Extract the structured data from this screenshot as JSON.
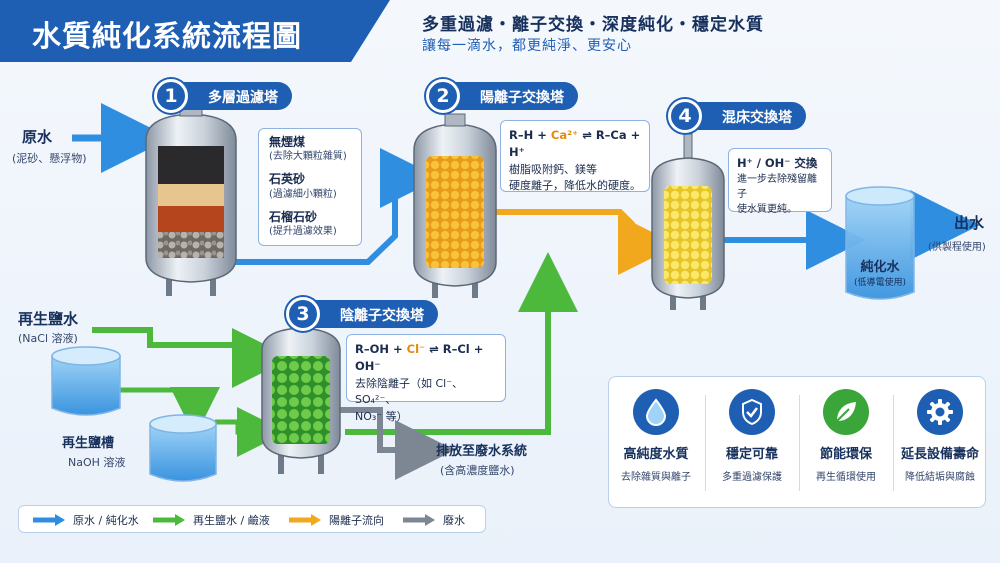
{
  "header": {
    "title": "水質純化系統流程圖",
    "tagline_main": "多重過濾・離子交換・深度純化・穩定水質",
    "tagline_sub": "讓每一滴水，都更純淨、更安心"
  },
  "stages": [
    {
      "num": "1",
      "label": "多層過濾塔"
    },
    {
      "num": "2",
      "label": "陽離子交換塔"
    },
    {
      "num": "3",
      "label": "陰離子交換塔"
    },
    {
      "num": "4",
      "label": "混床交換塔"
    }
  ],
  "inlet": {
    "label": "原水",
    "sub": "(泥砂、懸浮物)"
  },
  "filter_media": [
    {
      "name": "無煙煤",
      "desc": "(去除大顆粒雜質)"
    },
    {
      "name": "石英砂",
      "desc": "(過濾細小顆粒)"
    },
    {
      "name": "石榴石砂",
      "desc": "(提升過濾效果)"
    }
  ],
  "cation_callout": {
    "eq_left": "R–H + ",
    "eq_ion": "Ca²⁺",
    "eq_right": " ⇌ R–Ca + H⁺",
    "line1": "樹脂吸附鈣、鎂等",
    "line2": "硬度離子，降低水的硬度。"
  },
  "anion_callout": {
    "eq_left": "R–OH + ",
    "eq_ion": "Cl⁻",
    "eq_right": " ⇌ R–Cl + OH⁻",
    "line1": "去除陰離子（如 Cl⁻、SO₄²⁻、",
    "line2": "NO₃⁻ 等）"
  },
  "mixed_callout": {
    "eq": "H⁺ / OH⁻  交換",
    "line1": "進一步去除殘留離子",
    "line2": "使水質更純。"
  },
  "product_tank": {
    "label": "純化水",
    "sub": "(低導電使用)"
  },
  "outlet": {
    "label": "出水",
    "sub": "(供製程使用)"
  },
  "regen_salt": {
    "label": "再生鹽水",
    "sub": "(NaCl 溶液)"
  },
  "regen_tank": {
    "label": "再生鹽槽",
    "sub": "NaOH 溶液"
  },
  "drain": {
    "label": "排放至廢水系統",
    "sub": "(含高濃度鹽水)"
  },
  "features": [
    {
      "title": "高純度水質",
      "sub": "去除雜質與離子",
      "icon": "water-drop-icon",
      "color": "#1e5fb4"
    },
    {
      "title": "穩定可靠",
      "sub": "多重過濾保護",
      "icon": "shield-check-icon",
      "color": "#1e5fb4"
    },
    {
      "title": "節能環保",
      "sub": "再生循環使用",
      "icon": "leaf-icon",
      "color": "#3aa63a"
    },
    {
      "title": "延長設備壽命",
      "sub": "降低結垢與腐蝕",
      "icon": "gear-icon",
      "color": "#1e5fb4"
    }
  ],
  "legend": [
    {
      "label": "原水 / 純化水",
      "color": "#2f8ee0"
    },
    {
      "label": "再生鹽水 / 鹼液",
      "color": "#4cb83c"
    },
    {
      "label": "陽離子流向",
      "color": "#f2a81d"
    },
    {
      "label": "廢水",
      "color": "#7d8794"
    }
  ]
}
